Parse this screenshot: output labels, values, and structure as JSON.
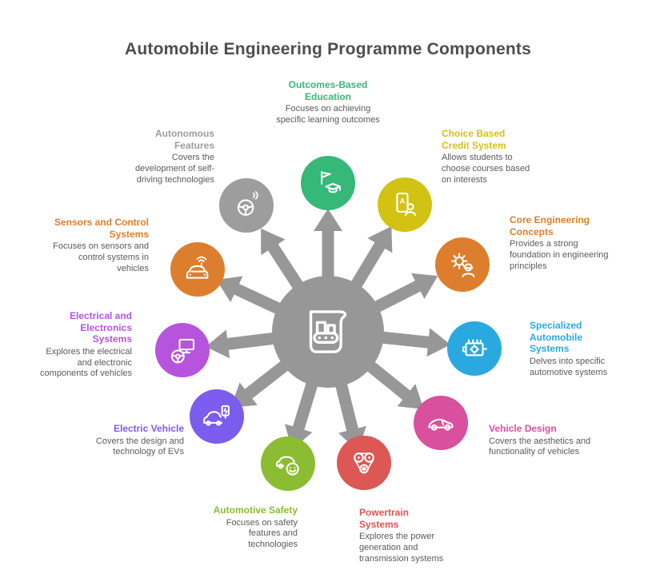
{
  "title": "Automobile Engineering Programme Components",
  "palette": {
    "hub": "#979797",
    "heading_text": "#4e4e4e",
    "description_text": "#595a5c"
  },
  "center": {
    "icon": "production-line-blueprint-icon"
  },
  "nodes": [
    {
      "label": "Outcomes-Based Education",
      "description": "Focuses on achieving specific learning outcomes",
      "color": "#35b878",
      "icon": "flag-graduation-cap-icon"
    },
    {
      "label": "Choice Based Credit System",
      "description": "Allows students to choose courses based on interests",
      "color": "#d2c214",
      "icon": "course-card-student-icon"
    },
    {
      "label": "Core Engineering Concepts",
      "description": "Provides a strong foundation in engineering principles",
      "color": "#dc7e2e",
      "icon": "gear-engineer-icon"
    },
    {
      "label": "Specialized Automobile Systems",
      "description": "Delves into specific automotive systems",
      "color": "#2aa9e0",
      "icon": "engine-block-icon"
    },
    {
      "label": "Vehicle Design",
      "description": "Covers the aesthetics and functionality of vehicles",
      "color": "#d9509f",
      "icon": "sports-car-icon"
    },
    {
      "label": "Powertrain Systems",
      "description": "Explores the power generation and transmission systems",
      "color": "#dd5754",
      "icon": "timing-belt-pulleys-icon"
    },
    {
      "label": "Automotive Safety",
      "description": "Focuses on safety features and technologies",
      "color": "#8bbc31",
      "icon": "car-child-safety-icon"
    },
    {
      "label": "Electric Vehicle",
      "description": "Covers the design and technology of EVs",
      "color": "#7b5ced",
      "icon": "ev-charging-car-icon"
    },
    {
      "label": "Electrical and Electronics Systems",
      "description": "Explores the electrical and electronic components of vehicles",
      "color": "#b654dd",
      "icon": "monitor-steering-wheel-icon"
    },
    {
      "label": "Sensors and Control Systems",
      "description": "Focuses on sensors and control systems in vehicles",
      "color": "#dc7e2e",
      "icon": "car-signal-icon"
    },
    {
      "label": "Autonomous Features",
      "description": "Covers the development of self-driving technologies",
      "color": "#9d9d9d",
      "icon": "steering-wheel-sonar-icon"
    }
  ]
}
